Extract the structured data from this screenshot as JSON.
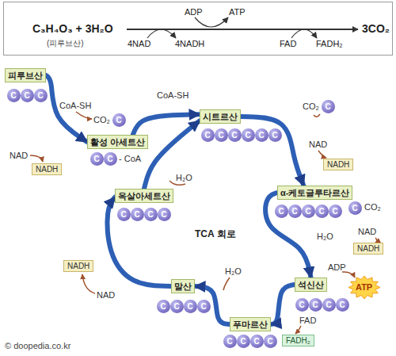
{
  "diagram": {
    "nodes": [
      {
        "text": [
          "C₃H₄O₃ + 3H₂O",
          "(피루브산)",
          "ADP",
          "ATP",
          "4NAD",
          "4NADH",
          "FAD",
          "FADH₂",
          "3CO₂"
        ]
      },
      {
        "text": [
          "피루브산"
        ]
      },
      {
        "text": [
          "C"
        ]
      },
      {
        "text": [
          "C"
        ]
      },
      {
        "text": [
          "C"
        ]
      },
      {
        "text": [
          "C"
        ]
      },
      {
        "text": [
          "NADH"
        ]
      },
      {
        "text": [
          "활성 아세트산"
        ]
      },
      {
        "text": [
          "C"
        ]
      },
      {
        "text": [
          "C"
        ]
      },
      {
        "text": [
          "시트르산"
        ]
      },
      {
        "text": [
          "C"
        ]
      },
      {
        "text": [
          "C"
        ]
      },
      {
        "text": [
          "C"
        ]
      },
      {
        "text": [
          "C"
        ]
      },
      {
        "text": [
          "C"
        ]
      },
      {
        "text": [
          "C"
        ]
      },
      {
        "text": [
          "C"
        ]
      },
      {
        "text": [
          "NADH"
        ]
      },
      {
        "text": [
          "α-케토글루타르산"
        ]
      },
      {
        "text": [
          "C"
        ]
      },
      {
        "text": [
          "C"
        ]
      },
      {
        "text": [
          "C"
        ]
      },
      {
        "text": [
          "C"
        ]
      },
      {
        "text": [
          "C"
        ]
      },
      {
        "text": [
          "C"
        ]
      },
      {
        "text": [
          "NADH"
        ]
      },
      {
        "text": [
          "ATP"
        ]
      },
      {
        "text": [
          "석신산"
        ]
      },
      {
        "text": [
          "C"
        ]
      },
      {
        "text": [
          "C"
        ]
      },
      {
        "text": [
          "C"
        ]
      },
      {
        "text": [
          "C"
        ]
      },
      {
        "text": [
          "FADH₂"
        ]
      },
      {
        "text": [
          "푸마르산"
        ]
      },
      {
        "text": [
          "C"
        ]
      },
      {
        "text": [
          "C"
        ]
      },
      {
        "text": [
          "C"
        ]
      },
      {
        "text": [
          "C"
        ]
      },
      {
        "text": [
          "말산"
        ]
      },
      {
        "text": [
          "C"
        ]
      },
      {
        "text": [
          "C"
        ]
      },
      {
        "text": [
          "C"
        ]
      },
      {
        "text": [
          "C"
        ]
      },
      {
        "text": [
          "NADH"
        ]
      },
      {
        "text": [
          "옥살아세트산"
        ]
      },
      {
        "text": [
          "C"
        ]
      },
      {
        "text": [
          "C"
        ]
      },
      {
        "text": [
          "C"
        ]
      },
      {
        "text": [
          "C"
        ]
      }
    ],
    "edges": [
      {
        "from": 1,
        "to": 7,
        "arrow": "to"
      },
      {
        "from": 7,
        "to": 10,
        "arrow": "to"
      },
      {
        "from": 10,
        "to": 19,
        "arrow": "to"
      },
      {
        "from": 19,
        "to": 28,
        "arrow": "to"
      },
      {
        "from": 28,
        "to": 34,
        "arrow": "to"
      },
      {
        "from": 34,
        "to": 39,
        "arrow": "to"
      },
      {
        "from": 39,
        "to": 45,
        "arrow": "to"
      },
      {
        "from": 45,
        "to": 10,
        "arrow": "to"
      }
    ],
    "labels": [
      "CoA-SH",
      "CO₂",
      "NAD",
      "- CoA",
      "CoA-SH",
      "H₂O",
      "CO₂",
      "NAD",
      "CO₂",
      "NAD",
      "H₂O",
      "ADP",
      "TCA 회로",
      "FAD",
      "H₂O",
      "NAD",
      "© doopedia.co.kr"
    ]
  }
}
